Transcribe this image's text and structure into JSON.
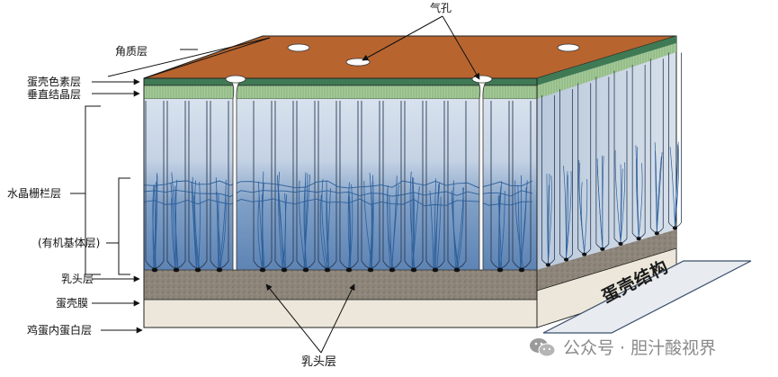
{
  "labels": {
    "top_pores": "气孔",
    "cuticle": "角质层",
    "pigment_layer": "蛋壳色素层",
    "vertical_crystal_layer": "垂直结晶层",
    "palisade_layer": "水晶栅栏层",
    "organic_matrix": "(有机基体层)",
    "mammillary_layer": "乳头层",
    "shell_membrane": "蛋壳膜",
    "inner_albumen": "鸡蛋内蛋白层",
    "bottom_mammillary": "乳头层"
  },
  "title_tag": "蛋壳结构",
  "watermark": {
    "text": "公众号 · 胆汁酸视界",
    "icon": "wechat-icon"
  },
  "colors": {
    "cuticle_top": "#b7642f",
    "pigment_band": "#3f7a55",
    "crystal_band": "#a9cc9e",
    "palisade": "#c6d3e3",
    "fiber": "#2c5f9a",
    "mammillary": "#8c8377",
    "membrane": "#e9e4d6",
    "pore": "#ffffff"
  }
}
